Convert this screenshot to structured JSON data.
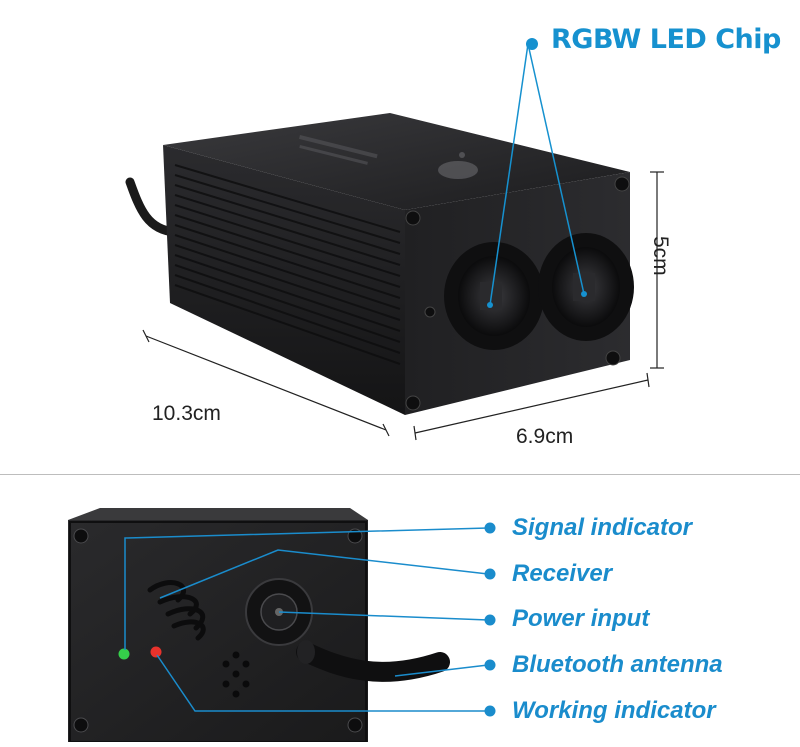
{
  "top_view": {
    "chip_label": "RGBW LED Chip",
    "dim_height": "5cm",
    "dim_width": "10.3cm",
    "dim_depth": "6.9cm"
  },
  "bottom_view": {
    "callouts": [
      {
        "label": "Signal indicator"
      },
      {
        "label": "Receiver"
      },
      {
        "label": "Power input"
      },
      {
        "label": "Bluetooth antenna"
      },
      {
        "label": "Working indicator"
      }
    ]
  },
  "colors": {
    "accent": "#1691cf",
    "housing": "#1e1e20",
    "led_green": "#35d04a",
    "led_red": "#e8322c"
  }
}
